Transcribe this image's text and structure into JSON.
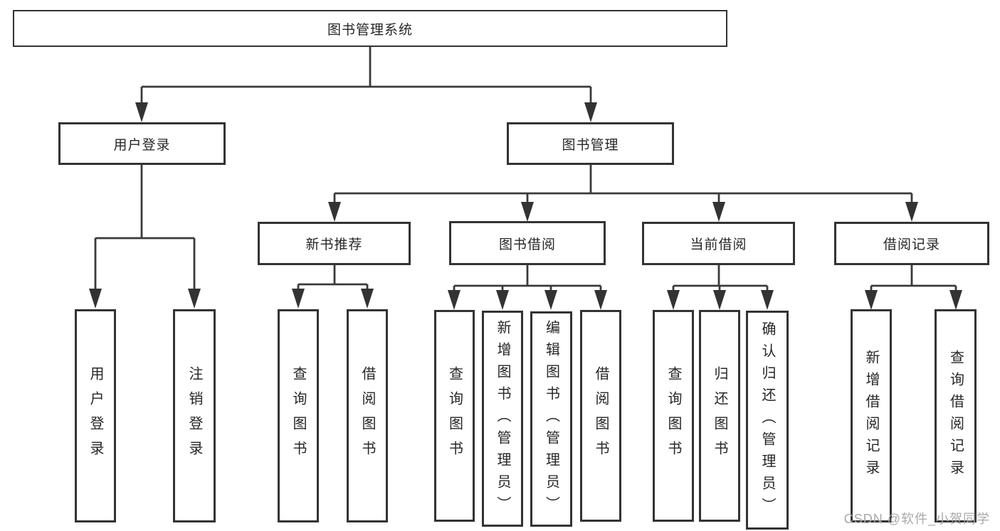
{
  "tree": {
    "label": "图书管理系统",
    "children": [
      {
        "label": "用户登录",
        "children": [
          {
            "label": "用户登录"
          },
          {
            "label": "注销登录"
          }
        ]
      },
      {
        "label": "图书管理",
        "children": [
          {
            "label": "新书推荐",
            "children": [
              {
                "label": "查询图书"
              },
              {
                "label": "借阅图书"
              }
            ]
          },
          {
            "label": "图书借阅",
            "children": [
              {
                "label": "查询图书"
              },
              {
                "label": "新增图书（管理员）"
              },
              {
                "label": "编辑图书（管理员）"
              },
              {
                "label": "借阅图书"
              }
            ]
          },
          {
            "label": "当前借阅",
            "children": [
              {
                "label": "查询图书"
              },
              {
                "label": "归还图书"
              },
              {
                "label": "确认归还（管理员）"
              }
            ]
          },
          {
            "label": "借阅记录",
            "children": [
              {
                "label": "新增借阅记录"
              },
              {
                "label": "查询借阅记录"
              }
            ]
          }
        ]
      }
    ]
  },
  "watermark": "CSDN @软件_小贺同学",
  "colors": {
    "line": "#3a3a3a",
    "arrow": "#333333",
    "box_border": "#333333",
    "text": "#262626",
    "watermark": "#a9a9a9",
    "background": "#ffffff"
  }
}
